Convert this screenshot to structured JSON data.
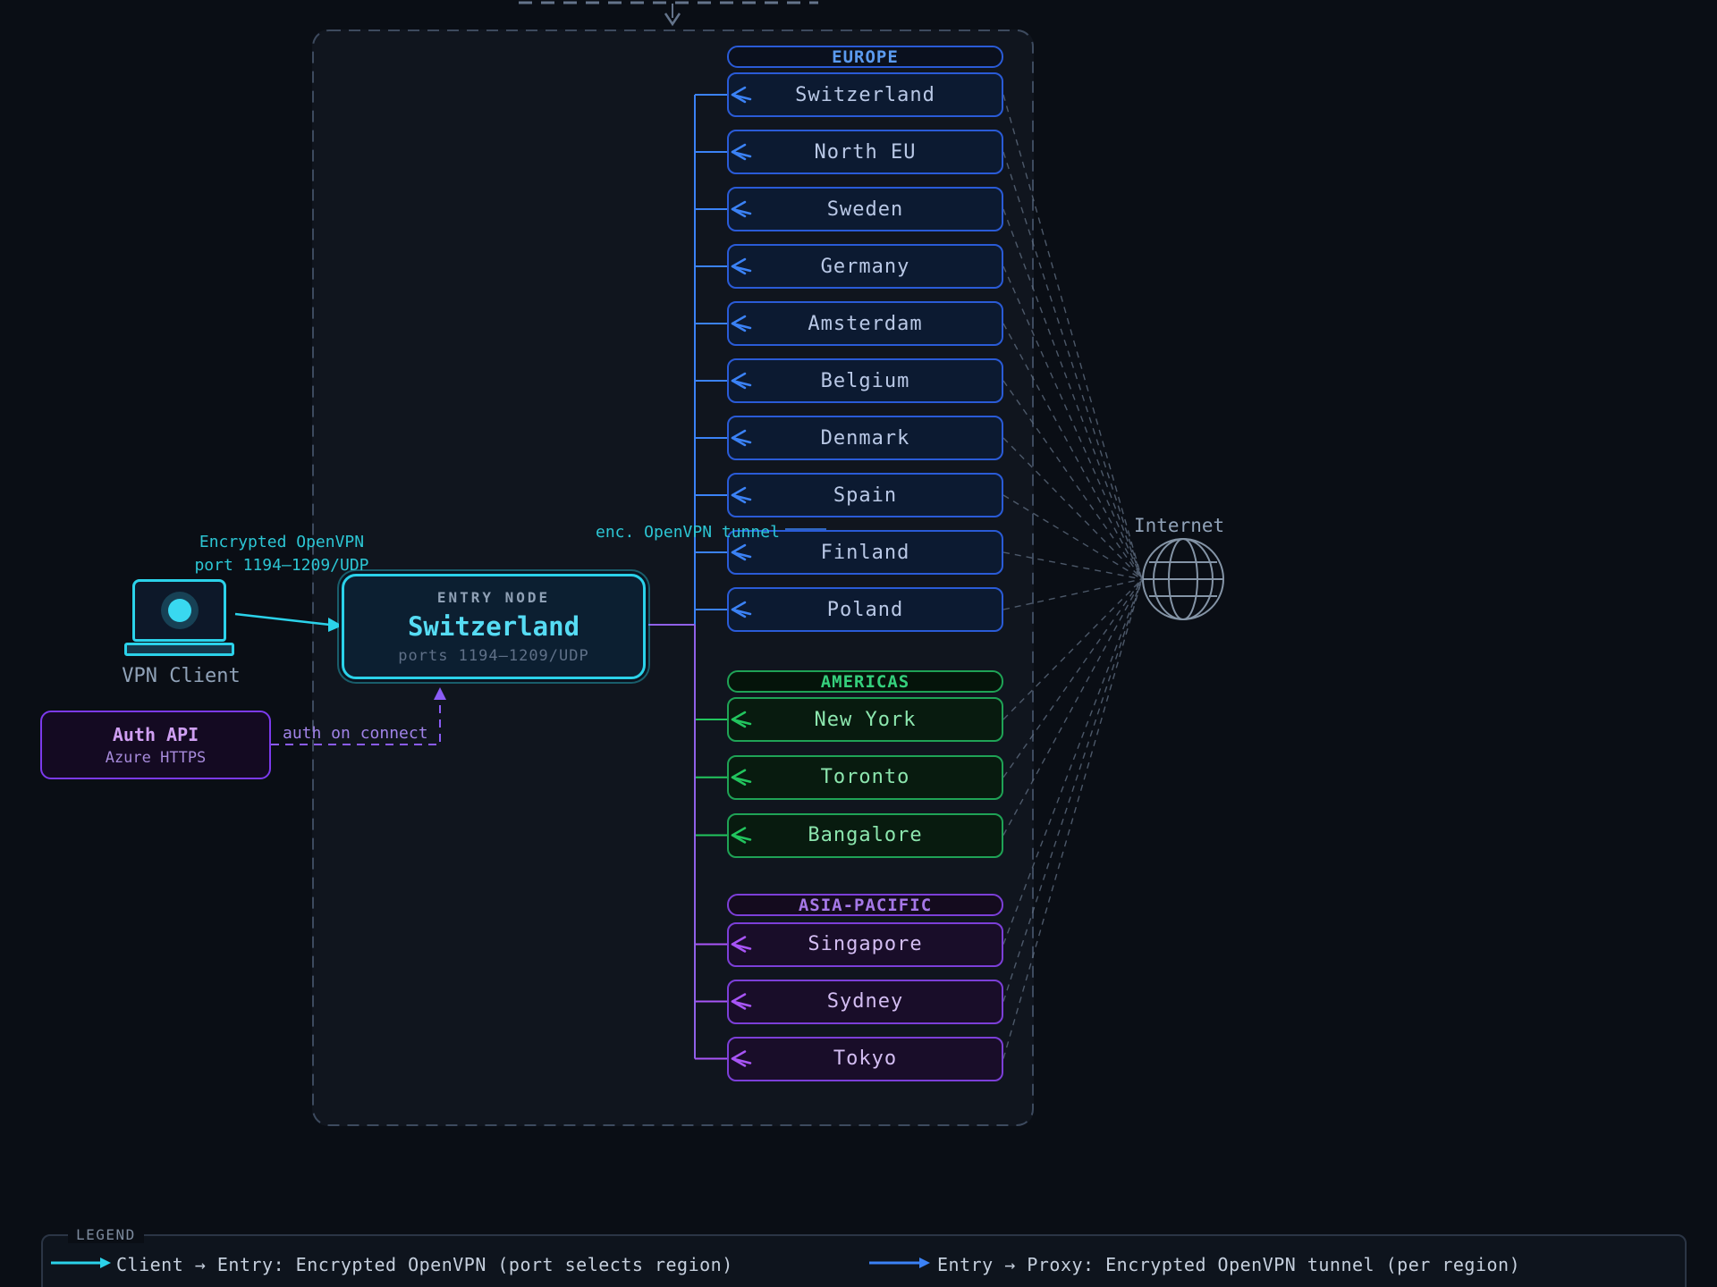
{
  "colors": {
    "background": "#0a0e15",
    "panel": "#10151e",
    "cyan_accent": "#2bd2ea",
    "teal_label": "#2cc6d4",
    "purple_accent": "#8b5cf6",
    "trunk_europe": "#3b82f6",
    "trunk_south": "#9061e8",
    "fan_line_gray": "#5d6b7e",
    "globe_gray": "#8494a6",
    "container_dash": "#3d4a5e"
  },
  "diagram": {
    "client": {
      "label": "VPN Client"
    },
    "client_link_label": {
      "line1": "Encrypted OpenVPN",
      "line2": "port 1194–1209/UDP"
    },
    "entry_node": {
      "kicker": "ENTRY NODE",
      "title": "Switzerland",
      "subtitle": "ports 1194–1209/UDP"
    },
    "auth_node": {
      "title": "Auth API",
      "subtitle": "Azure HTTPS"
    },
    "auth_link_label": "auth on connect",
    "tunnel_link_label": "enc. OpenVPN tunnel",
    "internet": {
      "label": "Internet"
    },
    "sections": [
      {
        "id": "europe",
        "label": "EUROPE",
        "colors": {
          "border": "#2a5bd7",
          "fill": "#0c1a31",
          "header_fill": "#0a101e",
          "header_text": "#5b9bf0",
          "node_text": "#b9c8e6",
          "line": "#3b82f6"
        },
        "nodes": [
          "Switzerland",
          "North EU",
          "Sweden",
          "Germany",
          "Amsterdam",
          "Belgium",
          "Denmark",
          "Spain",
          "Finland",
          "Poland"
        ]
      },
      {
        "id": "americas",
        "label": "AMERICAS",
        "colors": {
          "border": "#1fa356",
          "fill": "#081b0f",
          "header_fill": "#05140a",
          "header_text": "#35d07c",
          "node_text": "#8ce6ae",
          "line": "#22c55e"
        },
        "nodes": [
          "New York",
          "Toronto",
          "Bangalore"
        ]
      },
      {
        "id": "apac",
        "label": "ASIA-PACIFIC",
        "colors": {
          "border": "#7c3fd8",
          "fill": "#190d29",
          "header_fill": "#140b1e",
          "header_text": "#a678e8",
          "node_text": "#d3bdf2",
          "line": "#a855f7"
        },
        "nodes": [
          "Singapore",
          "Sydney",
          "Tokyo"
        ]
      }
    ]
  },
  "legend": {
    "title": "LEGEND",
    "items": [
      {
        "label": "Client → Entry: Encrypted OpenVPN (port selects region)",
        "color": "#2bd2ea"
      },
      {
        "label": "Entry → Proxy: Encrypted OpenVPN tunnel (per region)",
        "color": "#3b82f6"
      }
    ]
  }
}
